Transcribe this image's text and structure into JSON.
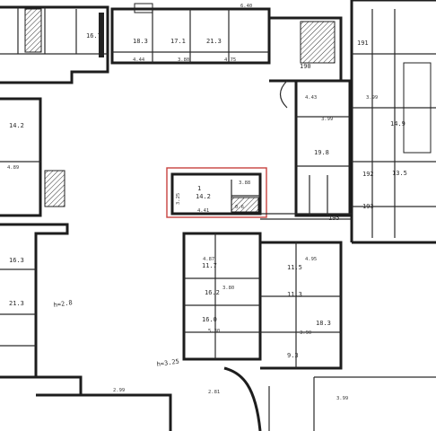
{
  "map": {
    "highlight": {
      "color": "#c8423f",
      "room_number": "1",
      "room_area": "14.2",
      "dim_top": "3.88",
      "dim_side": "3.25",
      "dim_bottom": "4.41",
      "dim_small": "0.6"
    },
    "courtyard_labels": [
      "h=2.8",
      "h=3.25"
    ],
    "room_labels": [
      {
        "id": "r1",
        "text": "16.7"
      },
      {
        "id": "r2",
        "text": "18.3"
      },
      {
        "id": "r3",
        "text": "17.1"
      },
      {
        "id": "r4",
        "text": "21.3"
      },
      {
        "id": "r5",
        "text": "14.2"
      },
      {
        "id": "r6",
        "text": "19.8"
      },
      {
        "id": "r7",
        "text": "16.3"
      },
      {
        "id": "r8",
        "text": "11.3"
      },
      {
        "id": "r9",
        "text": "16.2"
      },
      {
        "id": "r10",
        "text": "18.3"
      },
      {
        "id": "r11",
        "text": "11.7"
      },
      {
        "id": "r12",
        "text": "14.9"
      },
      {
        "id": "r13",
        "text": "11.5"
      },
      {
        "id": "r14",
        "text": "13.5"
      },
      {
        "id": "r15",
        "text": "16.0"
      },
      {
        "id": "r16",
        "text": "21.3"
      },
      {
        "id": "r17",
        "text": "9.3"
      }
    ],
    "dimension_labels": [
      {
        "id": "d1",
        "text": "4.44"
      },
      {
        "id": "d2",
        "text": "3.80"
      },
      {
        "id": "d3",
        "text": "4.75"
      },
      {
        "id": "d4",
        "text": "4.43"
      },
      {
        "id": "d5",
        "text": "3.99"
      },
      {
        "id": "d6",
        "text": "3.99"
      },
      {
        "id": "d7",
        "text": "4.87"
      },
      {
        "id": "d8",
        "text": "3.80"
      },
      {
        "id": "d9",
        "text": "5.30"
      },
      {
        "id": "d10",
        "text": "3.90"
      },
      {
        "id": "d11",
        "text": "4.95"
      },
      {
        "id": "d12",
        "text": "6.40"
      },
      {
        "id": "d13",
        "text": "4.89"
      },
      {
        "id": "d14",
        "text": "2.99"
      },
      {
        "id": "d15",
        "text": "2.81"
      },
      {
        "id": "d16",
        "text": "3.99"
      }
    ],
    "section_labels": [
      {
        "id": "s1",
        "text": "191"
      },
      {
        "id": "s2",
        "text": "192"
      },
      {
        "id": "s3",
        "text": "193"
      },
      {
        "id": "s4",
        "text": "195"
      },
      {
        "id": "s5",
        "text": "190"
      }
    ]
  }
}
